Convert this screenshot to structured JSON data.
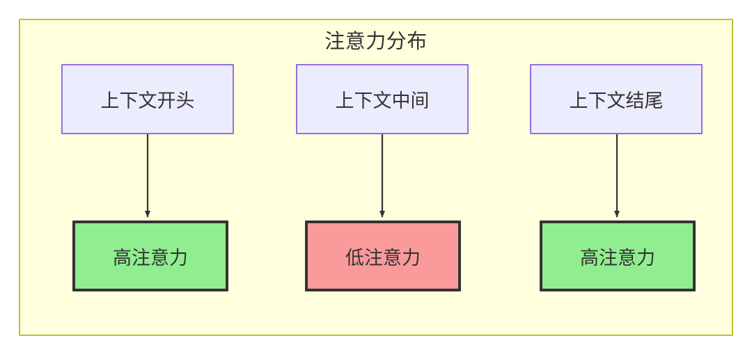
{
  "diagram": {
    "title": "注意力分布",
    "container": {
      "fill": "#ffffde",
      "stroke": "#bfbf38"
    },
    "nodes": [
      {
        "id": "ctx-start",
        "label": "上下文开头",
        "row": "top",
        "fill": "#ececff",
        "stroke": "#9370db"
      },
      {
        "id": "ctx-middle",
        "label": "上下文中间",
        "row": "top",
        "fill": "#ececff",
        "stroke": "#9370db"
      },
      {
        "id": "ctx-end",
        "label": "上下文结尾",
        "row": "top",
        "fill": "#ececff",
        "stroke": "#9370db"
      },
      {
        "id": "high-1",
        "label": "高注意力",
        "row": "bottom",
        "fill": "#90ee90",
        "stroke": "#333333"
      },
      {
        "id": "low",
        "label": "低注意力",
        "row": "bottom",
        "fill": "#fa9a9a",
        "stroke": "#333333"
      },
      {
        "id": "high-2",
        "label": "高注意力",
        "row": "bottom",
        "fill": "#90ee90",
        "stroke": "#333333"
      }
    ],
    "edges": [
      {
        "from": "ctx-start",
        "to": "high-1",
        "label": ""
      },
      {
        "from": "ctx-middle",
        "to": "low",
        "label": ""
      },
      {
        "from": "ctx-end",
        "to": "high-2",
        "label": ""
      }
    ],
    "edge_color": "#333333"
  }
}
